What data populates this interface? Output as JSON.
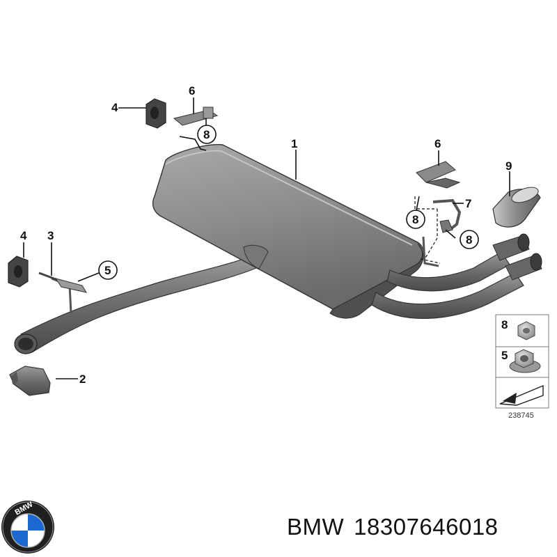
{
  "diagram": {
    "callouts": [
      "1",
      "2",
      "3",
      "4",
      "4",
      "5",
      "6",
      "6",
      "7",
      "8",
      "8",
      "8",
      "9"
    ],
    "legend": {
      "items": [
        "8",
        "5"
      ]
    },
    "reference_number": "238745"
  },
  "footer": {
    "brand": "BMW",
    "part_number": "18307646018",
    "logo_letters": "BMW"
  },
  "colors": {
    "muffler": "#8a8a8a",
    "pipe": "#6e6e6e",
    "rubber": "#3a3a3a",
    "logo_blue": "#1c69d4"
  }
}
